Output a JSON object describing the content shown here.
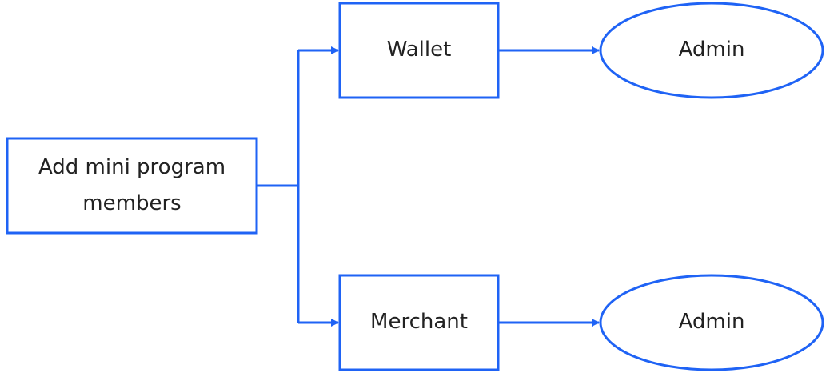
{
  "accent_color": "#1f63f5",
  "nodes": {
    "root": "Add mini program members",
    "wallet": "Wallet",
    "merchant": "Merchant",
    "wallet_admin": "Admin",
    "merchant_admin": "Admin"
  }
}
